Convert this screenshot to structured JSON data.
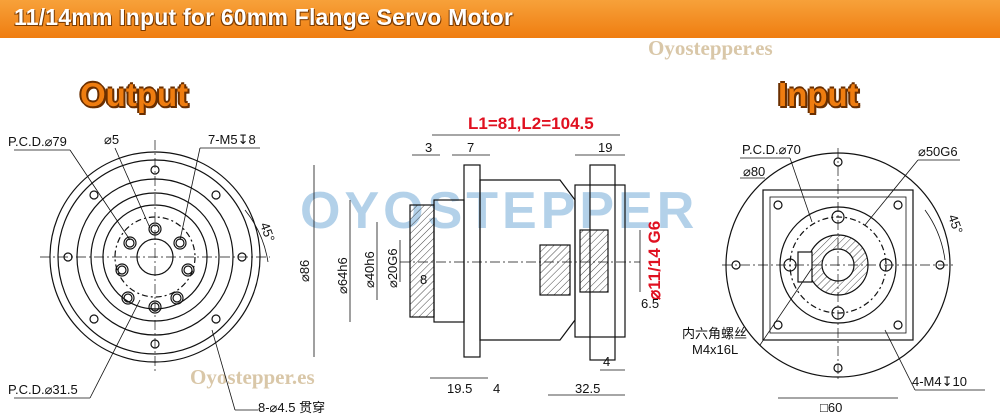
{
  "header": {
    "title": "11/14mm Input for 60mm Flange Servo Motor"
  },
  "watermarks": {
    "top": "Oyostepper.es",
    "bottom": "Oyostepper.es",
    "center": "OYOSTEPPER"
  },
  "output_view": {
    "title": "Output",
    "pcd_79": "P.C.D.⌀79",
    "d5": "⌀5",
    "m5": "7-M5↧8",
    "angle": "45°",
    "pcd_31_5": "P.C.D.⌀31.5",
    "holes": "8-⌀4.5 贯穿"
  },
  "side_view": {
    "length": "L1=81,L2=104.5",
    "d3": "3",
    "d7": "7",
    "d19": "19",
    "d86": "⌀86",
    "d64h6": "⌀64h6",
    "d40h6": "⌀40h6",
    "d20g6": "⌀20G6",
    "d8": "8",
    "d11_14": "⌀11/14 G6",
    "d6_5": "6.5",
    "d4_right": "4",
    "d19_5": "19.5",
    "d4_bottom": "4",
    "d32_5": "32.5"
  },
  "input_view": {
    "title": "Input",
    "pcd_70": "P.C.D.⌀70",
    "d80": "⌀80",
    "d50g6": "⌀50G6",
    "angle": "45°",
    "hex_screw": "内六角螺丝",
    "m4x16": "M4x16L",
    "m4": "4-M4↧10",
    "sq60": "□60"
  },
  "colors": {
    "header": "#ef7d10",
    "title": "#ef7d10",
    "dimension_red": "#e01020",
    "watermark": "#a6c9e6"
  }
}
